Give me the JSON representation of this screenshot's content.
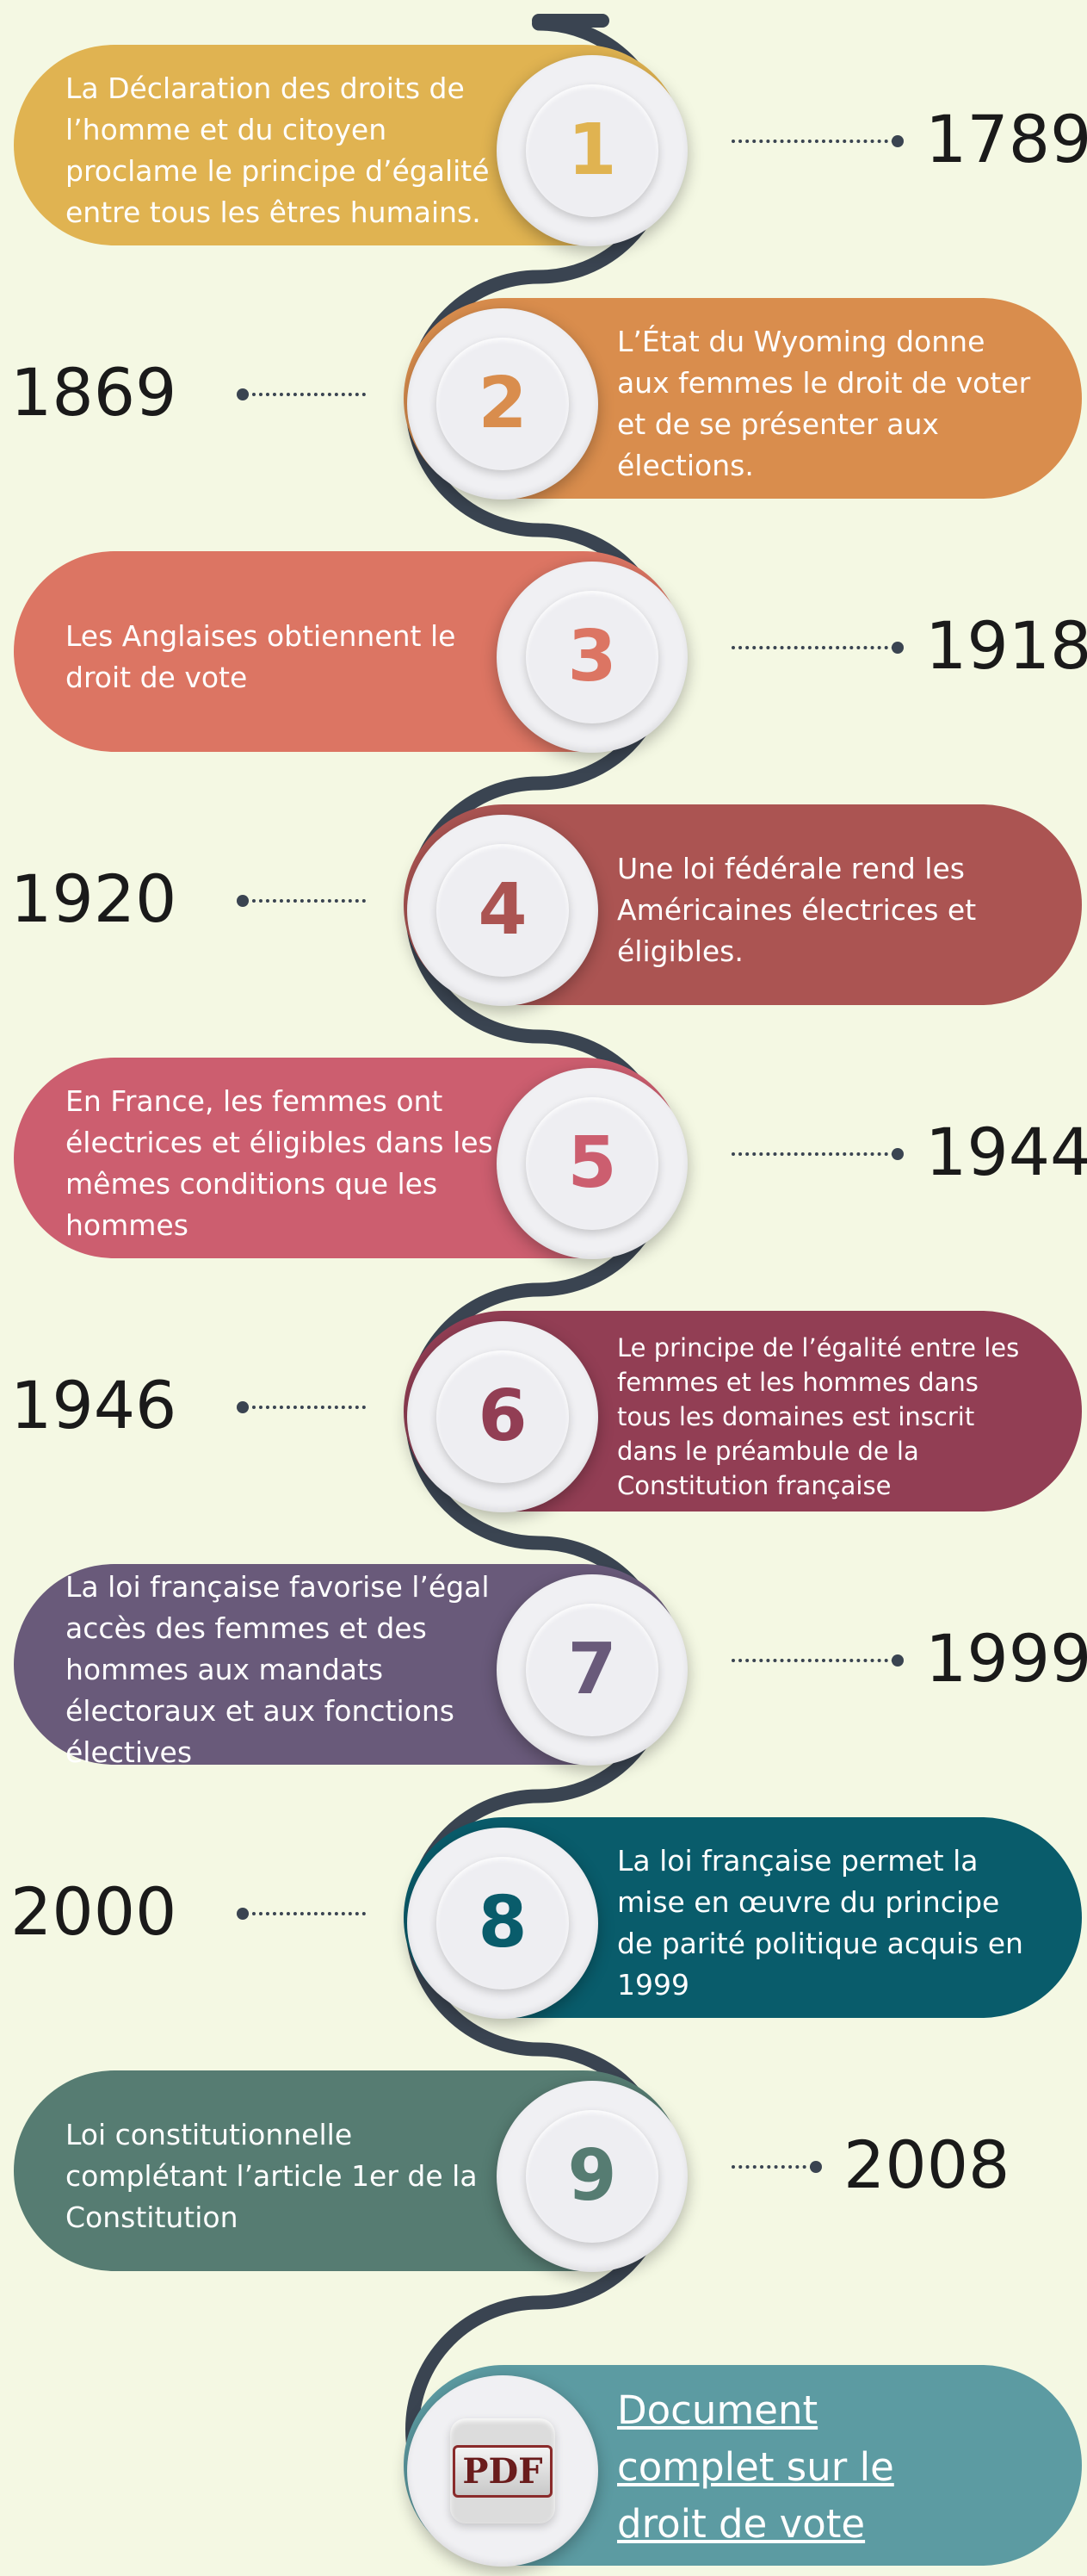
{
  "colors": {
    "background": "#f4f8e3",
    "track": "#3a4451",
    "text": "#1a1a1a"
  },
  "milestones": [
    {
      "number": "1",
      "year": "1789",
      "side": "left",
      "color": "#e0b351",
      "text": "La Déclaration des droits de l’homme et du citoyen proclame le principe d’égalité entre tous les êtres humains."
    },
    {
      "number": "2",
      "year": "1869",
      "side": "right",
      "color": "#d98d4d",
      "text": "L’État du Wyoming donne aux femmes le droit de voter et de se présenter aux élections."
    },
    {
      "number": "3",
      "year": "1918",
      "side": "left",
      "color": "#dc7563",
      "text": "Les Anglaises obtiennent le droit de vote"
    },
    {
      "number": "4",
      "year": "1920",
      "side": "right",
      "color": "#ab5452",
      "text": "Une loi fédérale rend les Américaines électrices et éligibles."
    },
    {
      "number": "5",
      "year": "1944",
      "side": "left",
      "color": "#cc5e6f",
      "text": "En France, les femmes ont électrices et éligibles dans les mêmes conditions que les hommes"
    },
    {
      "number": "6",
      "year": "1946",
      "side": "right",
      "color": "#923e54",
      "text": "Le principe de l’égalité entre les femmes et les hommes dans tous les domaines est inscrit dans le préambule de la Constitution française"
    },
    {
      "number": "7",
      "year": "1999",
      "side": "left",
      "color": "#695a7a",
      "text": "La loi française favorise l’égal accès des femmes et des hommes aux mandats électoraux et aux fonctions électives"
    },
    {
      "number": "8",
      "year": "2000",
      "side": "right",
      "color": "#095c6b",
      "text": "La loi française permet la mise en œuvre du principe de parité politique acquis en 1999"
    },
    {
      "number": "9",
      "year": "2008",
      "side": "left",
      "color": "#567c72",
      "text": "Loi constitutionnelle complétant l’article 1er de la Constitution"
    }
  ],
  "document": {
    "color": "#5c9ba2",
    "link_text": "Document complet sur le droit de vote",
    "icon": "pdf-icon",
    "icon_text": "PDF"
  }
}
